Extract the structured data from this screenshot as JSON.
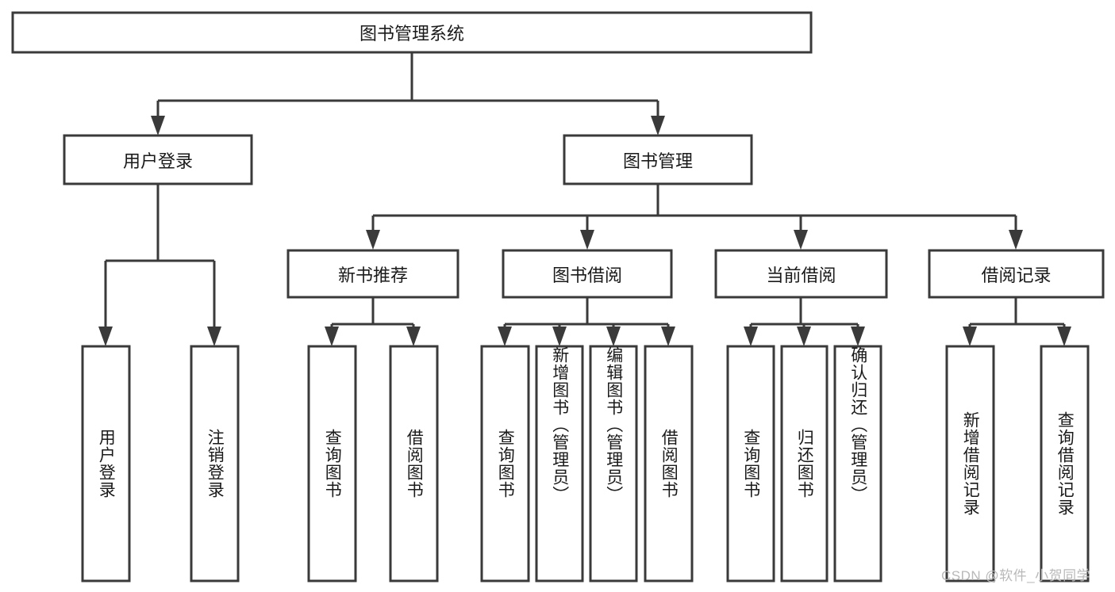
{
  "diagram": {
    "type": "tree-hierarchy",
    "title": "图书管理系统",
    "watermark": "CSDN @软件_小贺同学",
    "root": {
      "id": "root",
      "label": "图书管理系统",
      "orientation": "horizontal"
    },
    "level2": [
      {
        "id": "user-login",
        "label": "用户登录",
        "orientation": "horizontal"
      },
      {
        "id": "book-management",
        "label": "图书管理",
        "orientation": "horizontal"
      }
    ],
    "level3": [
      {
        "id": "new-book-recommend",
        "label": "新书推荐",
        "parent": "book-management",
        "orientation": "horizontal"
      },
      {
        "id": "book-borrow",
        "label": "图书借阅",
        "parent": "book-management",
        "orientation": "horizontal"
      },
      {
        "id": "current-borrow",
        "label": "当前借阅",
        "parent": "book-management",
        "orientation": "horizontal"
      },
      {
        "id": "borrow-record",
        "label": "借阅记录",
        "parent": "book-management",
        "orientation": "horizontal"
      }
    ],
    "leaves": [
      {
        "id": "leaf-user-login",
        "label": "用户登录",
        "parent": "user-login",
        "orientation": "vertical"
      },
      {
        "id": "leaf-logout-login",
        "label": "注销登录",
        "parent": "user-login",
        "orientation": "vertical"
      },
      {
        "id": "leaf-query-book-1",
        "label": "查询图书",
        "parent": "new-book-recommend",
        "orientation": "vertical"
      },
      {
        "id": "leaf-borrow-book-1",
        "label": "借阅图书",
        "parent": "new-book-recommend",
        "orientation": "vertical"
      },
      {
        "id": "leaf-query-book-2",
        "label": "查询图书",
        "parent": "book-borrow",
        "orientation": "vertical"
      },
      {
        "id": "leaf-add-book",
        "label": "新增图书（管理员）",
        "parent": "book-borrow",
        "orientation": "vertical"
      },
      {
        "id": "leaf-edit-book",
        "label": "编辑图书（管理员）",
        "parent": "book-borrow",
        "orientation": "vertical"
      },
      {
        "id": "leaf-borrow-book-2",
        "label": "借阅图书",
        "parent": "book-borrow",
        "orientation": "vertical"
      },
      {
        "id": "leaf-query-book-3",
        "label": "查询图书",
        "parent": "current-borrow",
        "orientation": "vertical"
      },
      {
        "id": "leaf-return-book",
        "label": "归还图书",
        "parent": "current-borrow",
        "orientation": "vertical"
      },
      {
        "id": "leaf-confirm-return",
        "label": "确认归还（管理员）",
        "parent": "current-borrow",
        "orientation": "vertical"
      },
      {
        "id": "leaf-add-record",
        "label": "新增借阅记录",
        "parent": "borrow-record",
        "orientation": "vertical"
      },
      {
        "id": "leaf-query-record",
        "label": "查询借阅记录",
        "parent": "borrow-record",
        "orientation": "vertical"
      }
    ],
    "colors": {
      "box_stroke": "#3a3a3a",
      "box_fill": "#ffffff",
      "connector": "#3a3a3a",
      "text": "#1a1a1a",
      "watermark": "#b9b9b9",
      "background": "#ffffff"
    }
  }
}
